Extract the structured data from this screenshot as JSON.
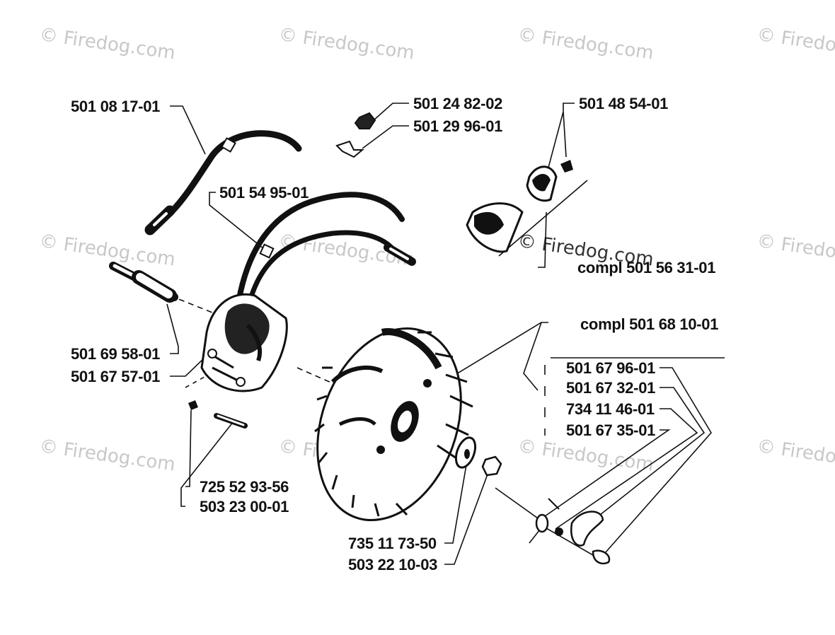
{
  "watermark_text": "© Firedog.com",
  "parts": {
    "p1": "501 08 17-01",
    "p2": "501 24 82-02",
    "p3": "501 29 96-01",
    "p4": "501 48 54-01",
    "p5": "501 54 95-01",
    "p6": "compl 501 56 31-01",
    "p7": "compl 501 68 10-01",
    "p8": "501 69 58-01",
    "p9": "501 67 57-01",
    "p10": "501 67 96-01",
    "p11": "501 67 32-01",
    "p12": "734 11 46-01",
    "p13": "501 67 35-01",
    "p14": "725 52 93-56",
    "p15": "503 23 00-01",
    "p16": "735 11 73-50",
    "p17": "503 22 10-03"
  }
}
